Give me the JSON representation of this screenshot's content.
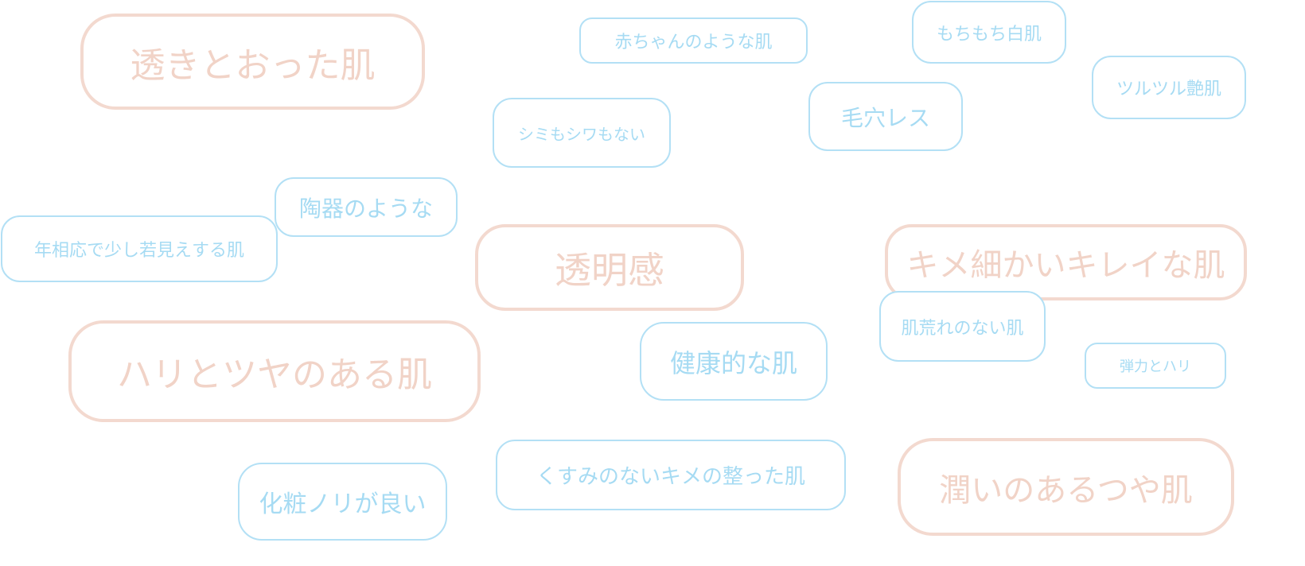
{
  "colors": {
    "pink": "#f3d9cf",
    "blue": "#b3e0f5"
  },
  "tags": [
    {
      "label": "透きとおった肌",
      "style": "pink"
    },
    {
      "label": "赤ちゃんのような肌",
      "style": "blue"
    },
    {
      "label": "もちもち白肌",
      "style": "blue"
    },
    {
      "label": "ツルツル艶肌",
      "style": "blue"
    },
    {
      "label": "毛穴レス",
      "style": "blue"
    },
    {
      "label": "シミもシワもない",
      "style": "blue"
    },
    {
      "label": "陶器のような",
      "style": "blue"
    },
    {
      "label": "キメ細かいキレイな肌",
      "style": "pink"
    },
    {
      "label": "年相応で少し若見えする肌",
      "style": "blue"
    },
    {
      "label": "透明感",
      "style": "pink"
    },
    {
      "label": "肌荒れのない肌",
      "style": "blue"
    },
    {
      "label": "弾力とハリ",
      "style": "blue"
    },
    {
      "label": "ハリとツヤのある肌",
      "style": "pink"
    },
    {
      "label": "健康的な肌",
      "style": "blue"
    },
    {
      "label": "くすみのないキメの整った肌",
      "style": "blue"
    },
    {
      "label": "化粧ノリが良い",
      "style": "blue"
    },
    {
      "label": "潤いのあるつや肌",
      "style": "pink"
    }
  ]
}
